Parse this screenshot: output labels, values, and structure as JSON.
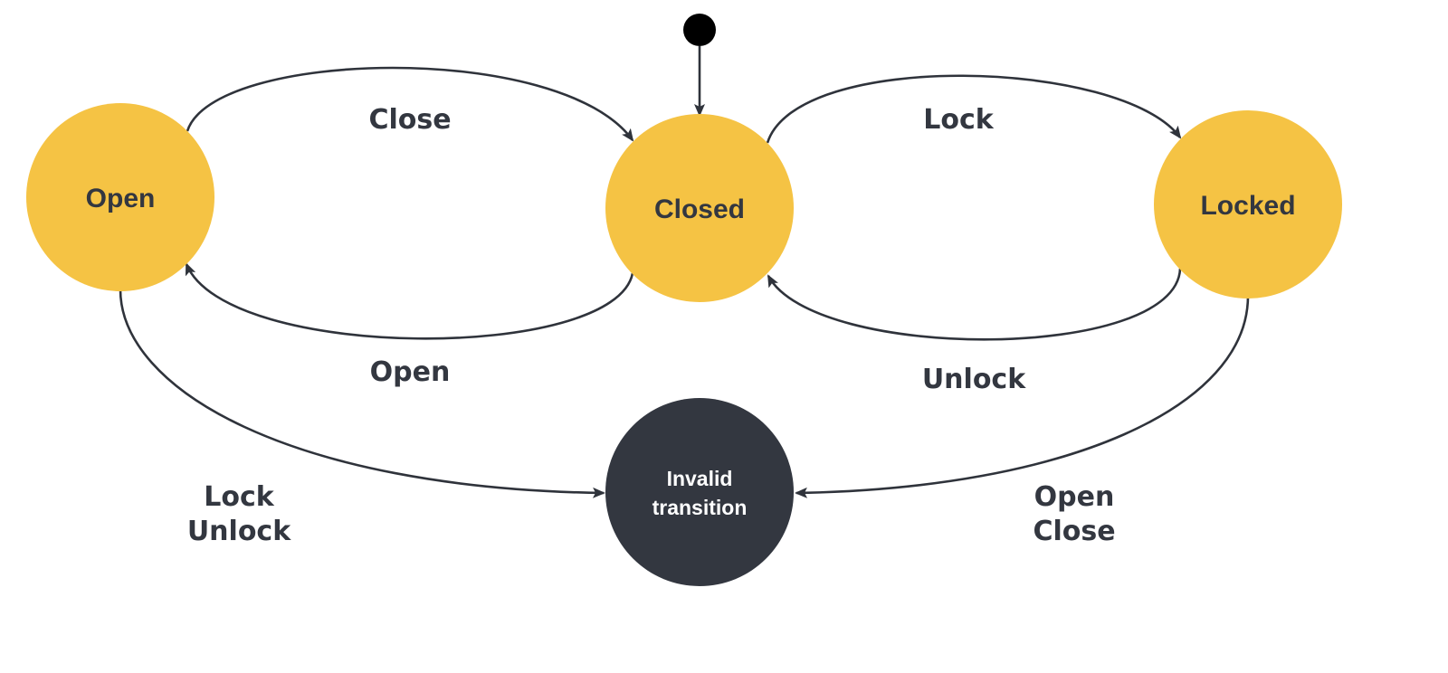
{
  "colors": {
    "state_fill": "#f5c344",
    "invalid_fill": "#333740",
    "edge_stroke": "#2f333b",
    "text_dark": "#333740",
    "text_light": "#ffffff",
    "initial_dot": "#000000"
  },
  "states": {
    "open": "Open",
    "closed": "Closed",
    "locked": "Locked",
    "invalid_line1": "Invalid",
    "invalid_line2": "transition"
  },
  "transitions": {
    "open_to_closed": "Close",
    "closed_to_open": "Open",
    "closed_to_locked": "Lock",
    "locked_to_closed": "Unlock",
    "open_to_invalid_line1": "Lock",
    "open_to_invalid_line2": "Unlock",
    "locked_to_invalid_line1": "Open",
    "locked_to_invalid_line2": "Close"
  }
}
